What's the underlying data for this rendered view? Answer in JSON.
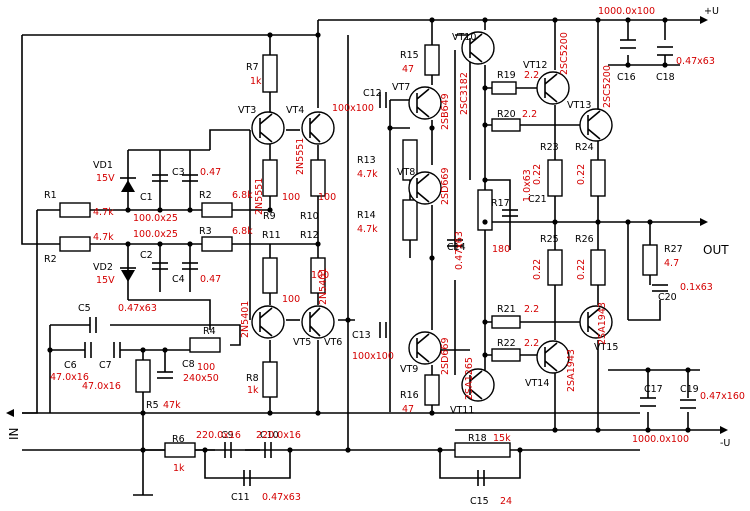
{
  "rails": {
    "pos": "+U",
    "neg": "-U",
    "out": "OUT",
    "in": "IN"
  },
  "transistors": [
    {
      "ref": "VT3",
      "part": "2N5551"
    },
    {
      "ref": "VT4",
      "part": "2N5551"
    },
    {
      "ref": "VT5",
      "part": "2N5401"
    },
    {
      "ref": "VT6",
      "part": "2N5401"
    },
    {
      "ref": "VT7",
      "part": "2SB649"
    },
    {
      "ref": "VT8",
      "part": "2SD669"
    },
    {
      "ref": "VT9",
      "part": "2SD669"
    },
    {
      "ref": "VT10",
      "part": "2SC3182"
    },
    {
      "ref": "VT11",
      "part": "2SA1265"
    },
    {
      "ref": "VT12",
      "part": "2SC5200"
    },
    {
      "ref": "VT13",
      "part": "2SC5200"
    },
    {
      "ref": "VT14",
      "part": "2SA1943"
    },
    {
      "ref": "VT15",
      "part": "2SA1943"
    }
  ],
  "resistors": [
    {
      "ref": "R1",
      "val": "4.7k"
    },
    {
      "ref": "R2",
      "val": "4.7k"
    },
    {
      "ref": "R2b",
      "label": "R2",
      "val": "6.8k"
    },
    {
      "ref": "R3",
      "val": "6.8k"
    },
    {
      "ref": "R4",
      "val": "100"
    },
    {
      "ref": "R5",
      "val": "47k"
    },
    {
      "ref": "R6",
      "val": "1k"
    },
    {
      "ref": "R7",
      "val": "1k"
    },
    {
      "ref": "R8",
      "val": "1k"
    },
    {
      "ref": "R9",
      "val": "100"
    },
    {
      "ref": "R10",
      "val": "100"
    },
    {
      "ref": "R11",
      "val": "100"
    },
    {
      "ref": "R12",
      "val": "100"
    },
    {
      "ref": "R13",
      "val": "4.7k"
    },
    {
      "ref": "R14",
      "val": "4.7k"
    },
    {
      "ref": "R15",
      "val": "47"
    },
    {
      "ref": "R16",
      "val": "47"
    },
    {
      "ref": "R17",
      "val": "180"
    },
    {
      "ref": "R18",
      "val": "15k"
    },
    {
      "ref": "R19",
      "val": "2.2"
    },
    {
      "ref": "R20",
      "val": "2.2"
    },
    {
      "ref": "R21",
      "val": "2.2"
    },
    {
      "ref": "R22",
      "val": "2.2"
    },
    {
      "ref": "R23",
      "val": "0.22"
    },
    {
      "ref": "R24",
      "val": "0.22"
    },
    {
      "ref": "R25",
      "val": "0.22"
    },
    {
      "ref": "R26",
      "val": "0.22"
    },
    {
      "ref": "R27",
      "val": "4.7"
    }
  ],
  "capacitors": [
    {
      "ref": "C1",
      "val": "100.0x25"
    },
    {
      "ref": "C2",
      "val": "100.0x25"
    },
    {
      "ref": "C3",
      "val": "0.47"
    },
    {
      "ref": "C4",
      "val": "0.47"
    },
    {
      "ref": "C5",
      "val": "0.47x63"
    },
    {
      "ref": "C6",
      "val": "47.0x16"
    },
    {
      "ref": "C7",
      "val": "47.0x16"
    },
    {
      "ref": "C8",
      "val": "240x50"
    },
    {
      "ref": "C9",
      "val": "220.0x16"
    },
    {
      "ref": "C10",
      "val": "220.0x16"
    },
    {
      "ref": "C11",
      "val": "0.47x63"
    },
    {
      "ref": "C12",
      "val": "100x100"
    },
    {
      "ref": "C13",
      "val": "100x100"
    },
    {
      "ref": "C14",
      "val": "0.47x63"
    },
    {
      "ref": "C15",
      "val": "24"
    },
    {
      "ref": "C16",
      "val": "1000.0x100"
    },
    {
      "ref": "C17",
      "val": "1000.0x100"
    },
    {
      "ref": "C18",
      "val": "0.47x63"
    },
    {
      "ref": "C19",
      "val": "0.47x160"
    },
    {
      "ref": "C20",
      "val": "0.1x63"
    },
    {
      "ref": "C21",
      "val": "1.0x63"
    }
  ],
  "diodes": [
    {
      "ref": "VD1",
      "val": "15V"
    },
    {
      "ref": "VD2",
      "val": "15V"
    }
  ]
}
